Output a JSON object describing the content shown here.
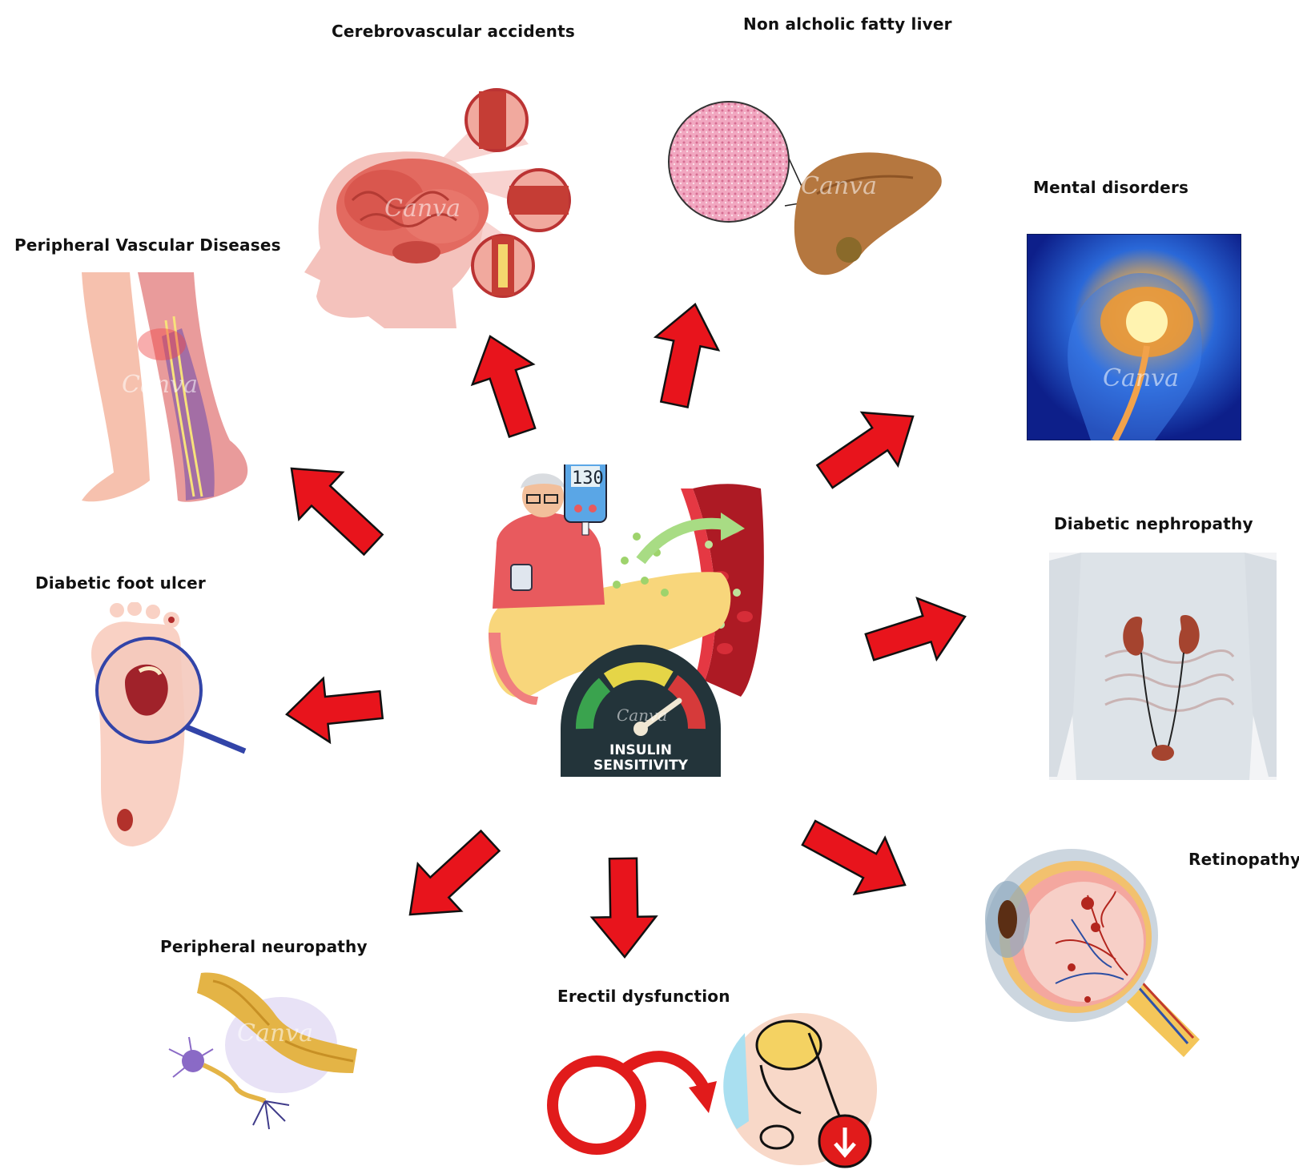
{
  "labels": {
    "cerebrovascular": "Cerebrovascular accidents",
    "fatty_liver": "Non alcholic fatty liver",
    "mental": "Mental disorders",
    "peripheral_vascular": "Peripheral Vascular Diseases",
    "nephropathy": "Diabetic nephropathy",
    "foot_ulcer": "Diabetic foot ulcer",
    "retinopathy": "Retinopathy",
    "neuropathy": "Peripheral neuropathy",
    "erectile": "Erectil dysfunction"
  },
  "center": {
    "gauge_line1": "INSULIN",
    "gauge_line2": "SENSITIVITY",
    "meter_reading": "130"
  },
  "watermark": "Canva",
  "colors": {
    "arrow": "#e8141c",
    "arrow_outline": "#111111",
    "gauge_bg": "#23343a"
  }
}
